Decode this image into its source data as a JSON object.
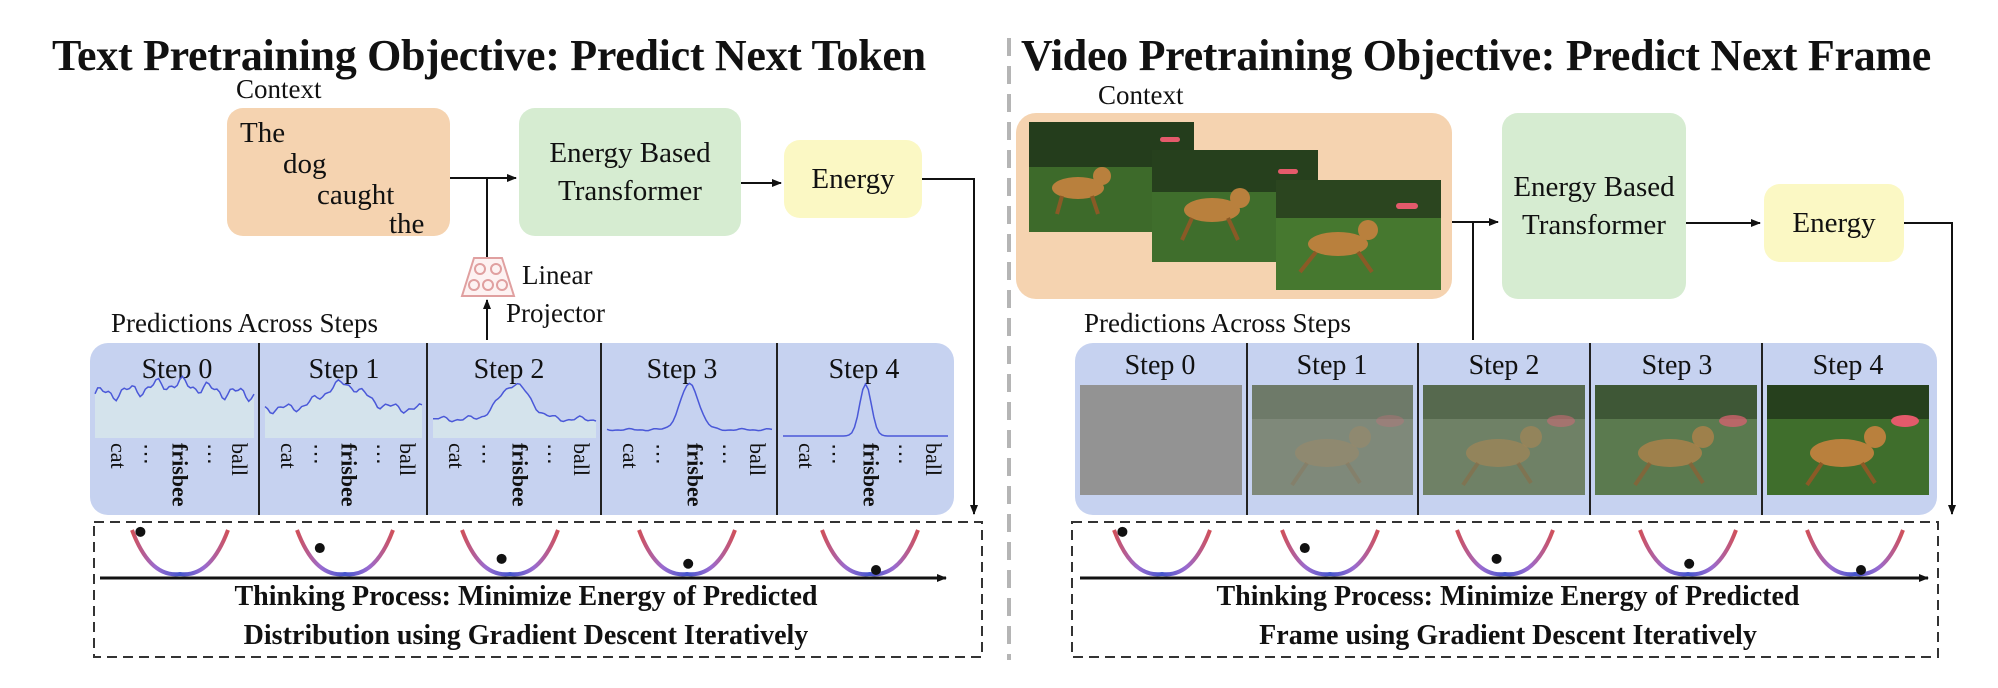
{
  "left": {
    "title": "Text Pretraining Objective: Predict Next Token",
    "context_label": "Context",
    "context_words": [
      "The",
      "dog",
      "caught",
      "the"
    ],
    "ebt_label": "Energy Based Transformer",
    "energy_label": "Energy",
    "projector_label_1": "Linear",
    "projector_label_2": "Projector",
    "predictions_label": "Predictions Across Steps",
    "steps": [
      "Step 0",
      "Step 1",
      "Step 2",
      "Step 3",
      "Step 4"
    ],
    "tokens": {
      "first": "cat",
      "target": "frisbee",
      "last": "ball",
      "ellipsis": "⋯"
    },
    "thinking_line_1": "Thinking Process: Minimize Energy of Predicted",
    "thinking_line_2": "Distribution using Gradient Descent Iteratively"
  },
  "right": {
    "title": "Video Pretraining Objective: Predict Next Frame",
    "context_label": "Context",
    "ebt_label": "Energy Based Transformer",
    "energy_label": "Energy",
    "predictions_label": "Predictions Across Steps",
    "steps": [
      "Step 0",
      "Step 1",
      "Step 2",
      "Step 3",
      "Step 4"
    ],
    "thinking_line_1": "Thinking Process: Minimize Energy of Predicted",
    "thinking_line_2": "Frame using Gradient Descent Iteratively"
  },
  "colors": {
    "context_box": "#f5d3b0",
    "ebt_box": "#d6ecd1",
    "energy_box": "#fbf8c4",
    "steps_panel": "#c6d2f0",
    "distribution_line": "#4a58d8",
    "distribution_fill": "#d4e3ec",
    "bowl_center": "#4455cc",
    "bowl_edge": "#d0505a",
    "grass": "#3f6e2c",
    "dog": "#b9803d",
    "frisbee": "#e45a6b"
  }
}
